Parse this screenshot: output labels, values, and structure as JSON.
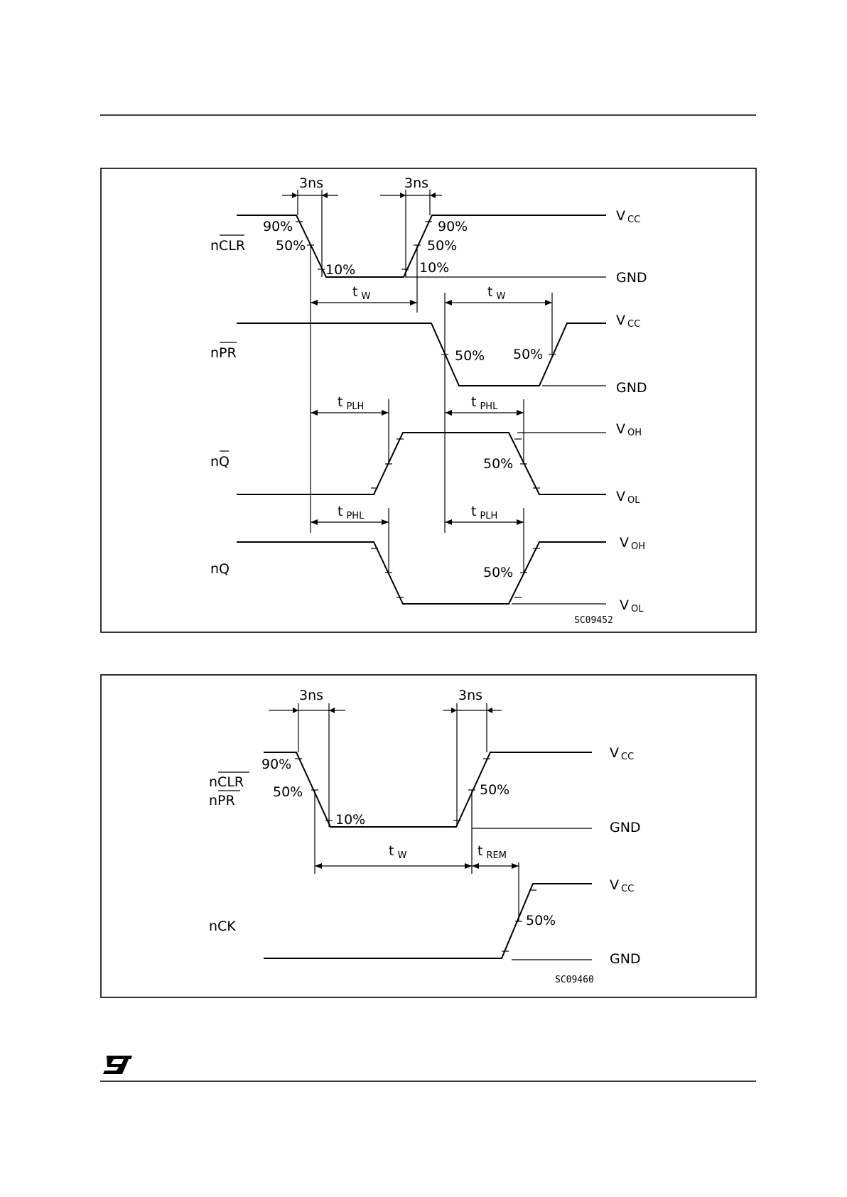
{
  "diagram1": {
    "signals": {
      "nclr": {
        "prefix": "n",
        "over": "CLR"
      },
      "npr": {
        "prefix": "n",
        "over": "PR"
      },
      "nqbar": {
        "prefix": "n",
        "over": "Q"
      },
      "nq": "nQ"
    },
    "rise_fall_time": "3ns",
    "levels": {
      "p90": "90%",
      "p50": "50%",
      "p10": "10%"
    },
    "rails": {
      "vcc": {
        "main": "V",
        "sub": "CC"
      },
      "gnd": "GND",
      "voh": {
        "main": "V",
        "sub": "OH"
      },
      "vol": {
        "main": "V",
        "sub": "OL"
      }
    },
    "timings": {
      "tw": {
        "main": "t",
        "sub": "W"
      },
      "tplh": {
        "main": "t",
        "sub": "PLH"
      },
      "tphl": {
        "main": "t",
        "sub": "PHL"
      }
    },
    "code": "SC09452"
  },
  "diagram2": {
    "signals": {
      "nclr": {
        "prefix": "n",
        "over": "CLR"
      },
      "npr": {
        "prefix": "n",
        "over": "PR"
      },
      "nck": "nCK"
    },
    "rise_fall_time": "3ns",
    "levels": {
      "p90": "90%",
      "p50": "50%",
      "p10": "10%"
    },
    "rails": {
      "vcc": {
        "main": "V",
        "sub": "CC"
      },
      "gnd": "GND"
    },
    "timings": {
      "tw": {
        "main": "t",
        "sub": "W"
      },
      "trem": {
        "main": "t",
        "sub": "REM"
      }
    },
    "code": "SC09460"
  },
  "footer": {
    "logo_icon": "st-logo-icon"
  }
}
